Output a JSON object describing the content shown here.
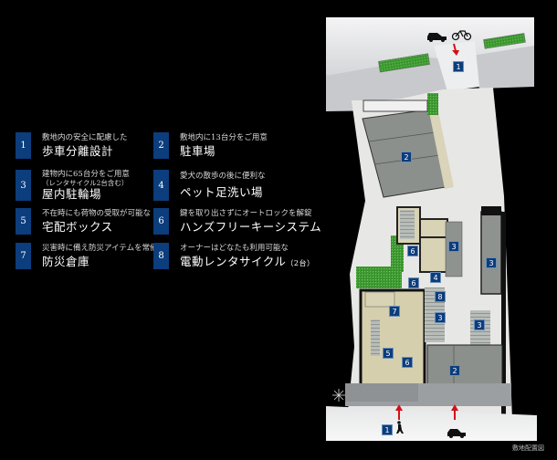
{
  "legend": {
    "items": [
      {
        "num": "1",
        "sub": "敷地内の安全に配慮した",
        "main": "歩車分離設計"
      },
      {
        "num": "2",
        "sub": "敷地内に13台分をご用意",
        "main": "駐車場"
      },
      {
        "num": "3",
        "sub": "建物内に65台分をご用意",
        "sub2": "（レンタサイクル2台含む）",
        "main": "屋内駐輪場"
      },
      {
        "num": "4",
        "sub": "愛犬の散歩の後に便利な",
        "main": "ペット足洗い場"
      },
      {
        "num": "5",
        "sub": "不在時にも荷物の受取が可能な",
        "main": "宅配ボックス"
      },
      {
        "num": "6",
        "sub": "鍵を取り出さずにオートロックを解錠",
        "main": "ハンズフリーキーシステム"
      },
      {
        "num": "7",
        "sub": "災害時に備え防災アイテムを常備",
        "main": "防災倉庫"
      },
      {
        "num": "8",
        "sub": "オーナーはどなたも利用可能な",
        "main": "電動レンタサイクル",
        "main_small": "（2台）"
      }
    ]
  },
  "map": {
    "caption": "敷地配置図",
    "markers": [
      {
        "num": "1",
        "label": "top-entrance"
      },
      {
        "num": "2",
        "label": "parking-upper"
      },
      {
        "num": "3",
        "label": "bike-a"
      },
      {
        "num": "3",
        "label": "bike-b"
      },
      {
        "num": "6",
        "label": "handsfree-a"
      },
      {
        "num": "4",
        "label": "pet-wash"
      },
      {
        "num": "6",
        "label": "handsfree-b"
      },
      {
        "num": "8",
        "label": "rental-cycle"
      },
      {
        "num": "3",
        "label": "bike-c"
      },
      {
        "num": "3",
        "label": "bike-d"
      },
      {
        "num": "7",
        "label": "disaster-storage"
      },
      {
        "num": "5",
        "label": "delivery-box"
      },
      {
        "num": "6",
        "label": "handsfree-c"
      },
      {
        "num": "2",
        "label": "parking-lower"
      },
      {
        "num": "1",
        "label": "bottom-entrance"
      }
    ],
    "colors": {
      "badge": "#0c3d7c",
      "road": "#e2e3e5",
      "grass": "#4cab3a",
      "parking": "#8b908c",
      "building": "#d8d3b4",
      "arrow": "#d0101a",
      "background": "#000000"
    }
  }
}
